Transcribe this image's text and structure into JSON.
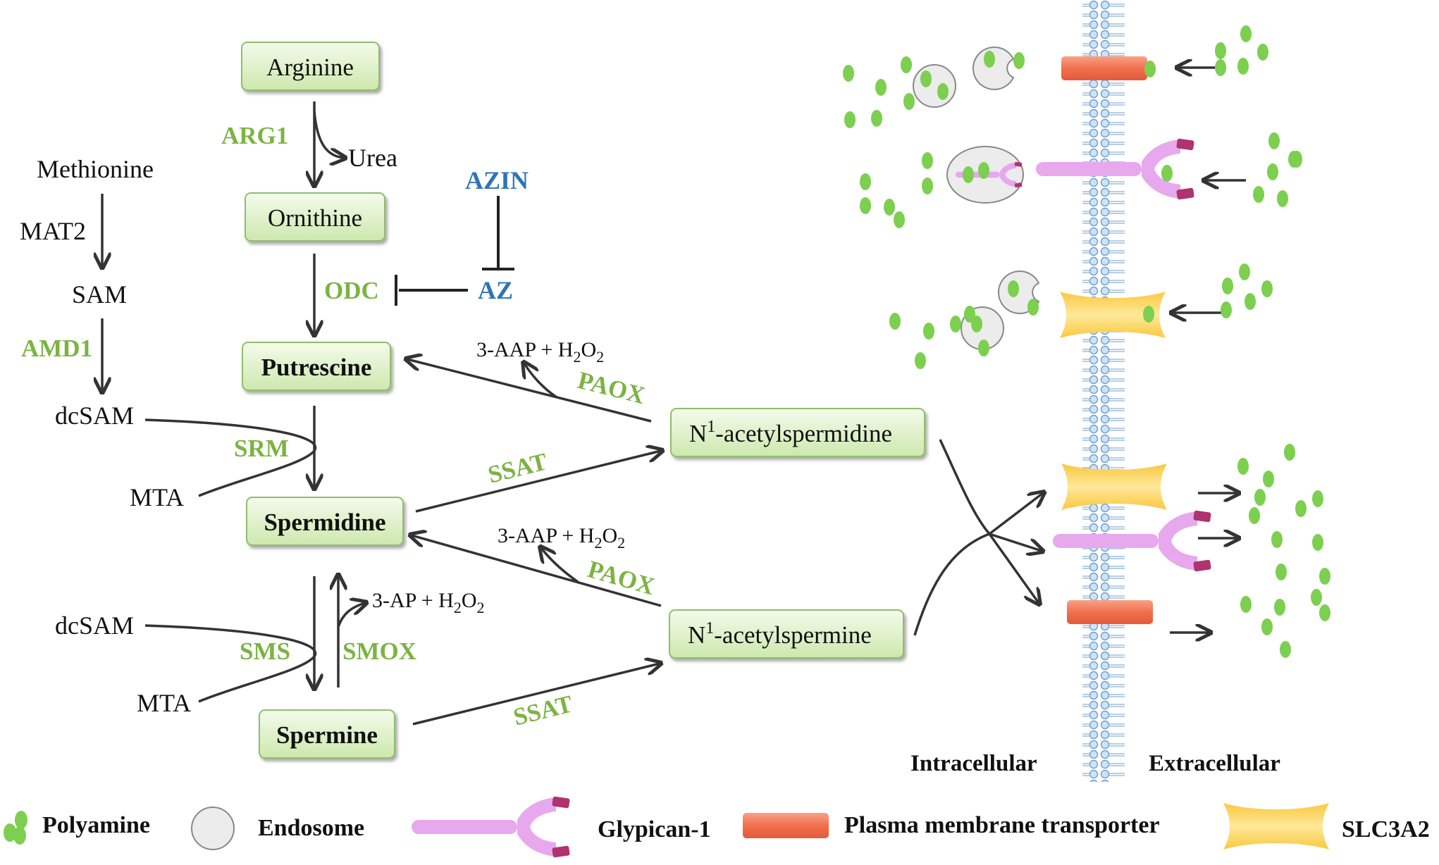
{
  "nodes": {
    "arginine": "Arginine",
    "ornithine": "Ornithine",
    "putrescine": "Putrescine",
    "spermidine": "Spermidine",
    "spermine": "Spermine",
    "n1_acetylspermidine_sup": "1",
    "n1_acetylspermidine_base": "N",
    "n1_acetylspermidine_rest": "-acetylspermidine",
    "n1_acetylspermine_base": "N",
    "n1_acetylspermine_sup": "1",
    "n1_acetylspermine_rest": "-acetylspermine"
  },
  "enzymes": {
    "arg1": "ARG1",
    "odc": "ODC",
    "srm": "SRM",
    "sms": "SMS",
    "smox": "SMOX",
    "amd1": "AMD1",
    "paox_top": "PAOX",
    "paox_bottom": "PAOX",
    "ssat_top": "SSAT",
    "ssat_bottom": "SSAT"
  },
  "regulators": {
    "azin": "AZIN",
    "az": "AZ"
  },
  "metabolites": {
    "urea": "Urea",
    "methionine": "Methionine",
    "mat2": "MAT2",
    "sam": "SAM",
    "dcsam_top": "dcSAM",
    "mta_top": "MTA",
    "dcsam_bottom": "dcSAM",
    "mta_bottom": "MTA",
    "byproduct_top_a": "3-AAP + H",
    "byproduct_top_sub": "2",
    "byproduct_top_b": "O",
    "byproduct_top_sub2": "2",
    "byproduct_mid_a": "3-AAP + H",
    "byproduct_mid_sub": "2",
    "byproduct_mid_b": "O",
    "byproduct_mid_sub2": "2",
    "byproduct_smox_a": "3-AP + H",
    "byproduct_smox_sub": "2",
    "byproduct_smox_b": "O",
    "byproduct_smox_sub2": "2"
  },
  "membrane": {
    "intracellular": "Intracellular",
    "extracellular": "Extracellular"
  },
  "legend": {
    "polyamine": "Polyamine",
    "endosome": "Endosome",
    "glypican": "Glypican-1",
    "transporter": "Plasma membrane transporter",
    "slc3a2": "SLC3A2"
  },
  "colors": {
    "enzyme_green": "#7cb342",
    "regulator_blue": "#2f74b5",
    "polyamine_green": "#7dcf4f",
    "glypican_pink": "#e7a8ee",
    "glypican_tip": "#b0326e",
    "transporter_red": "#f47f5e",
    "slc3a2_yellow": "#fcd66b",
    "node_fill": "#e3f4cf",
    "membrane_blue": "#9ec6e6"
  },
  "icons": [
    "polyamine-icon",
    "endosome-icon",
    "glypican-icon",
    "transporter-icon",
    "slc3a2-icon"
  ]
}
